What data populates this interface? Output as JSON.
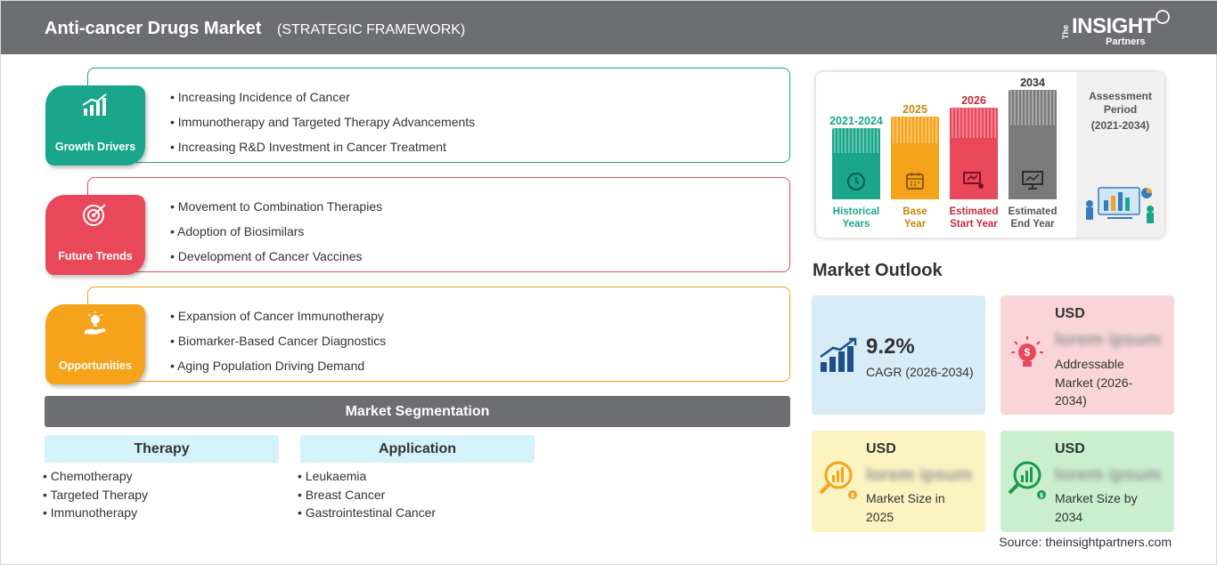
{
  "header": {
    "title": "Anti-cancer Drugs Market",
    "subtitle": "(STRATEGIC FRAMEWORK)",
    "logo": {
      "the": "The",
      "insight": "INSIGHT",
      "partners": "Partners"
    }
  },
  "framework": {
    "growth_drivers": {
      "label": "Growth Drivers",
      "color": "#1aa68a",
      "items": [
        "Increasing Incidence of Cancer",
        "Immunotherapy and Targeted Therapy Advancements",
        "Increasing R&D Investment in Cancer Treatment"
      ]
    },
    "future_trends": {
      "label": "Future Trends",
      "color": "#e8485a",
      "items": [
        "Movement to Combination Therapies",
        "Adoption of Biosimilars",
        "Development of Cancer Vaccines"
      ]
    },
    "opportunities": {
      "label": "Opportunities",
      "color": "#f5a31a",
      "items": [
        "Expansion of Cancer Immunotherapy",
        "Biomarker-Based Cancer Diagnostics",
        "Aging Population Driving Demand"
      ]
    }
  },
  "segmentation": {
    "title": "Market Segmentation",
    "therapy": {
      "title": "Therapy",
      "items": [
        "Chemotherapy",
        "Targeted Therapy",
        "Immunotherapy"
      ]
    },
    "application": {
      "title": "Application",
      "items": [
        "Leukaemia",
        "Breast Cancer",
        "Gastrointestinal Cancer"
      ]
    }
  },
  "timeline": {
    "historical": {
      "year": "2021-2024",
      "label_line1": "Historical",
      "label_line2": "Years",
      "color": "#1aa68a"
    },
    "base": {
      "year": "2025",
      "label_line1": "Base",
      "label_line2": "Year",
      "color": "#f5a31a"
    },
    "start": {
      "year": "2026",
      "label_line1": "Estimated",
      "label_line2": "Start Year",
      "color": "#e8485a"
    },
    "end": {
      "year": "2034",
      "label_line1": "Estimated",
      "label_line2": "End Year",
      "color": "#7a7a7a"
    },
    "assessment": {
      "line1": "Assessment",
      "line2": "Period",
      "range": "(2021-2034)"
    }
  },
  "outlook": {
    "title": "Market Outlook",
    "cagr": {
      "value": "9.2%",
      "label": "CAGR (2026-2034)",
      "bg": "#d7ecf7"
    },
    "addressable": {
      "currency": "USD",
      "value": "lorem ipsum",
      "line1": "Addressable",
      "line2": "Market (2026-",
      "line3": "2034)",
      "bg": "#f9d5da"
    },
    "size_2025": {
      "currency": "USD",
      "value": "lorem ipsum",
      "line1": "Market Size in",
      "line2": "2025",
      "bg": "#fbf3c0"
    },
    "size_2034": {
      "currency": "USD",
      "value": "lorem ipsum",
      "line1": "Market Size by",
      "line2": "2034",
      "bg": "#c9efcf"
    }
  },
  "source": "Source: theinsightpartners.com"
}
